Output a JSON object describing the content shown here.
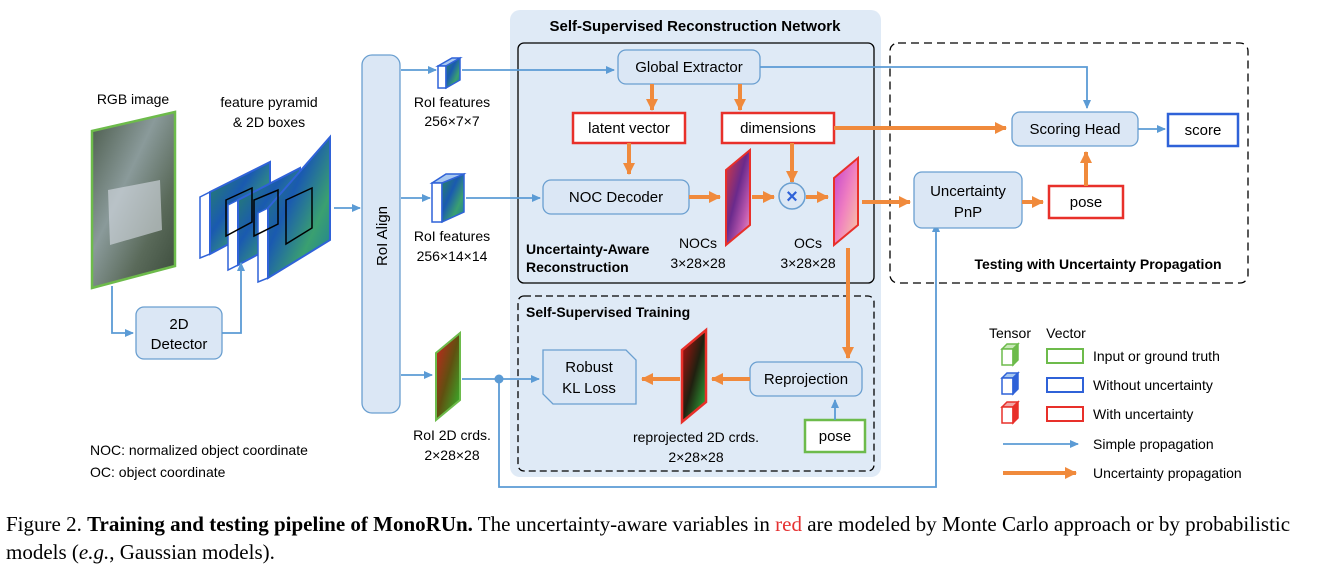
{
  "colors": {
    "box_fill": "#dbe7f5",
    "box_stroke": "#6a9fd0",
    "panel_fill": "#dfeaf6",
    "red": "#e8302a",
    "blue": "#2f62d8",
    "green": "#6dbb4b",
    "orange": "#f08a3c",
    "thin_arrow": "#5b9bd5"
  },
  "labels": {
    "rgb_image": "RGB image",
    "feature_pyramid_1": "feature pyramid",
    "feature_pyramid_2": "& 2D boxes",
    "detector_1": "2D",
    "detector_2": "Detector",
    "roi_align": "RoI Align",
    "roi_feat_small_1": "RoI features",
    "roi_feat_small_2": "256×7×7",
    "roi_feat_large_1": "RoI features",
    "roi_feat_large_2": "256×14×14",
    "roi_crds_1": "RoI 2D crds.",
    "roi_crds_2": "2×28×28",
    "noc_note": "NOC: normalized object coordinate",
    "oc_note": "OC: object coordinate",
    "panel_title": "Self-Supervised Reconstruction Network",
    "global_extractor": "Global Extractor",
    "latent_vector": "latent vector",
    "dimensions": "dimensions",
    "noc_decoder": "NOC Decoder",
    "uar_1": "Uncertainty-Aware",
    "uar_2": "Reconstruction",
    "nocs_1": "NOCs",
    "nocs_2": "3×28×28",
    "ocs_1": "OCs",
    "ocs_2": "3×28×28",
    "sst_title": "Self-Supervised Training",
    "robust_1": "Robust",
    "robust_2": "KL Loss",
    "reprojection": "Reprojection",
    "reproj_crds_1": "reprojected 2D crds.",
    "reproj_crds_2": "2×28×28",
    "pose_gt": "pose",
    "testing_title": "Testing with Uncertainty Propagation",
    "scoring_head": "Scoring Head",
    "score": "score",
    "unc_pnp_1": "Uncertainty",
    "unc_pnp_2": "PnP",
    "pose_out": "pose",
    "multiply": "×"
  },
  "legend": {
    "tensor_header": "Tensor",
    "vector_header": "Vector",
    "input_gt": "Input or ground truth",
    "without_unc": "Without uncertainty",
    "with_unc": "With uncertainty",
    "simple_prop": "Simple propagation",
    "unc_prop": "Uncertainty propagation"
  },
  "caption": {
    "prefix": "Figure 2. ",
    "bold": "Training and testing pipeline of MonoRUn.",
    "text_before_red": " The uncertainty-aware variables in ",
    "red_word": "red",
    "text_after_red": " are modeled by Monte Carlo approach or by probabilistic models (",
    "eg": "e.g.",
    "text_end": ", Gaussian models)."
  }
}
